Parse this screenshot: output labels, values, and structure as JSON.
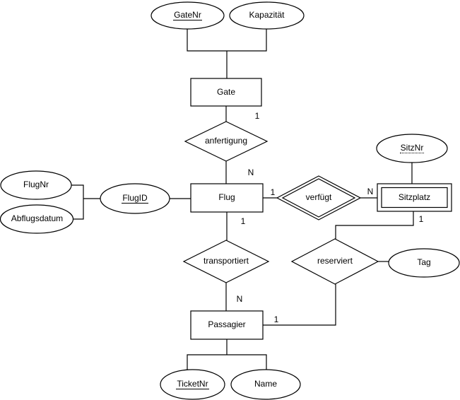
{
  "diagram": {
    "kind": "entity-relationship-diagram",
    "language": "de",
    "colors": {
      "stroke": "#000000",
      "shape_fill": "#ffffff",
      "text": "#000000",
      "background": "#ffffff"
    },
    "entities": {
      "gate": {
        "label": "Gate",
        "type": "entity"
      },
      "flug": {
        "label": "Flug",
        "type": "entity"
      },
      "sitzplatz": {
        "label": "Sitzplatz",
        "type": "weak-entity"
      },
      "passagier": {
        "label": "Passagier",
        "type": "entity"
      }
    },
    "relationships": {
      "anfertigung": {
        "label": "anfertigung",
        "type": "relationship"
      },
      "verfuegt": {
        "label": "verfügt",
        "type": "identifying-relationship"
      },
      "transportiert": {
        "label": "transportiert",
        "type": "relationship"
      },
      "reserviert": {
        "label": "reserviert",
        "type": "relationship"
      }
    },
    "attributes": {
      "gatenr": {
        "label": "GateNr",
        "owner": "Gate",
        "key": "primary"
      },
      "kapazitaet": {
        "label": "Kapazität",
        "owner": "Gate",
        "key": "none"
      },
      "flugnr": {
        "label": "FlugNr",
        "owner": "Flug",
        "key": "none"
      },
      "abflugsdatum": {
        "label": "Abflugsdatum",
        "owner": "Flug",
        "key": "none"
      },
      "flugid": {
        "label": "FlugID",
        "owner": "Flug",
        "key": "primary"
      },
      "sitznr": {
        "label": "SitzNr",
        "owner": "Sitzplatz",
        "key": "partial"
      },
      "tag": {
        "label": "Tag",
        "owner": "reserviert",
        "key": "none"
      },
      "ticketnr": {
        "label": "TicketNr",
        "owner": "Passagier",
        "key": "primary"
      },
      "name": {
        "label": "Name",
        "owner": "Passagier",
        "key": "none"
      }
    },
    "cardinalities": {
      "gate_anfertigung": "1",
      "anfertigung_flug": "N",
      "flug_verfuegt": "1",
      "verfuegt_sitzplatz": "N",
      "flug_transportiert": "1",
      "transportiert_passagier": "N",
      "sitzplatz_reserviert": "1",
      "reserviert_passagier": "1"
    }
  }
}
